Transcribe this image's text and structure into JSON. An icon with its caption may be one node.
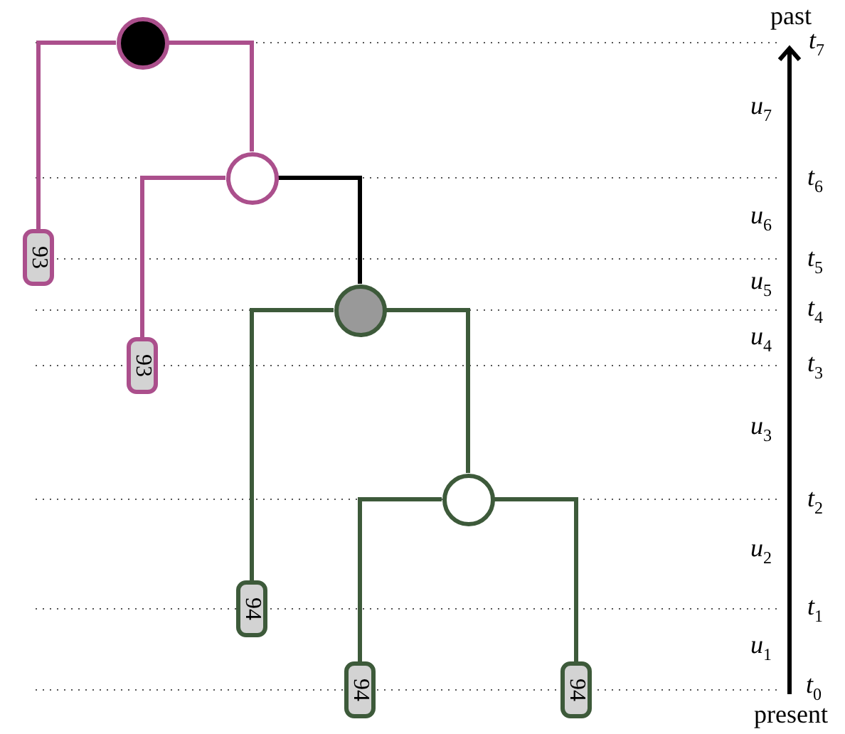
{
  "diagram": {
    "nodes": [
      {
        "text": [],
        "shape": "circle"
      },
      {
        "text": [],
        "shape": "circle"
      },
      {
        "text": [
          "93"
        ]
      },
      {
        "text": [],
        "shape": "circle"
      },
      {
        "text": [
          "93"
        ]
      },
      {
        "text": [],
        "shape": "circle"
      },
      {
        "text": [
          "94"
        ]
      },
      {
        "text": [
          "94"
        ]
      },
      {
        "text": [
          "94"
        ]
      }
    ],
    "edges": [
      {
        "from": 0,
        "to": 2,
        "arrow": "none",
        "color": "#ab4f8c"
      },
      {
        "from": 0,
        "to": 1,
        "arrow": "none",
        "color": "#ab4f8c"
      },
      {
        "from": 1,
        "to": 4,
        "arrow": "none",
        "color": "#ab4f8c"
      },
      {
        "from": 1,
        "to": 3,
        "arrow": "none",
        "color": "#000000"
      },
      {
        "from": 3,
        "to": 6,
        "arrow": "none"
      },
      {
        "from": 3,
        "to": 5,
        "arrow": "none"
      },
      {
        "from": 5,
        "to": 7,
        "arrow": "none"
      },
      {
        "from": 5,
        "to": 8,
        "arrow": "none"
      }
    ],
    "labels": [
      "past",
      "*t*$_{7}$",
      "*u*$_{7}$",
      "*t*$_{6}$",
      "*u*$_{6}$",
      "*t*$_{5}$",
      "*u*$_{5}$",
      "*t*$_{4}$",
      "*u*$_{4}$",
      "*t*$_{3}$",
      "*u*$_{3}$",
      "*t*$_{2}$",
      "*u*$_{2}$",
      "*t*$_{1}$",
      "*u*$_{1}$",
      "*t*$_{0}$",
      "present"
    ]
  }
}
